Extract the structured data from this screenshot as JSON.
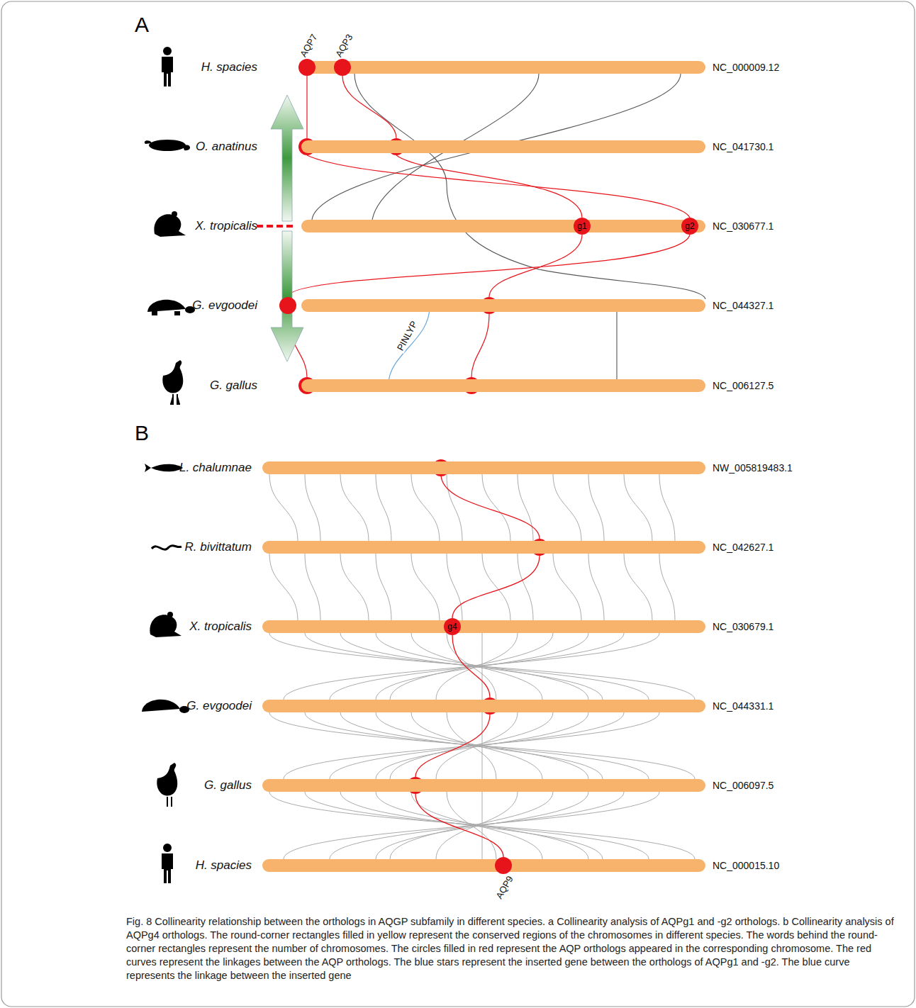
{
  "diagram": {
    "caption": "Fig. 8 Collinearity relationship between the orthologs in AQGP subfamily in different species. a Collinearity analysis of AQPg1 and -g2 orthologs. b Collinearity analysis of AQPg4 orthologs. The round-corner rectangles filled in yellow represent the conserved regions of the chromosomes in different species. The words behind the round-corner rectangles represent the number of chromosomes. The circles filled in red represent the AQP orthologs appeared in the corresponding chromosome. The red curves represent the linkages between the AQP orthologs. The blue stars represent the inserted gene between the orthologs of AQPg1 and -g2. The blue curve represents the linkage between the inserted gene",
    "nodes": [
      {
        "text": [
          "H. spacies",
          "NC_000009.12"
        ]
      },
      {
        "text": [
          "AQP7"
        ],
        "in": 0
      },
      {
        "text": [
          "AQP3"
        ],
        "in": 0
      },
      {
        "text": [
          "O. anatinus",
          "NC_041730.1"
        ]
      },
      {
        "text": [
          "X. tropicalis",
          "NC_030677.1"
        ]
      },
      {
        "text": [
          "g1"
        ],
        "in": 4
      },
      {
        "text": [
          "g2"
        ],
        "in": 4
      },
      {
        "text": [
          "G. evgoodei",
          "NC_044327.1"
        ]
      },
      {
        "text": [
          "G. gallus",
          "NC_006127.5"
        ]
      },
      {
        "text": [
          "L. chalumnae",
          "NW_005819483.1"
        ]
      },
      {
        "text": [
          "R. bivittatum",
          "NC_042627.1"
        ]
      },
      {
        "text": [
          "X. tropicalis",
          "NC_030679.1"
        ]
      },
      {
        "text": [
          "g4"
        ],
        "in": 11
      },
      {
        "text": [
          "G. evgoodei",
          "NC_044331.1"
        ]
      },
      {
        "text": [
          "G. gallus",
          "NC_006097.5"
        ]
      },
      {
        "text": [
          "H. spacies",
          "NC_000015.10"
        ]
      },
      {
        "text": [
          "AQP9"
        ],
        "in": 15
      }
    ],
    "labels": [
      "A",
      "B",
      "PINLYP"
    ]
  }
}
